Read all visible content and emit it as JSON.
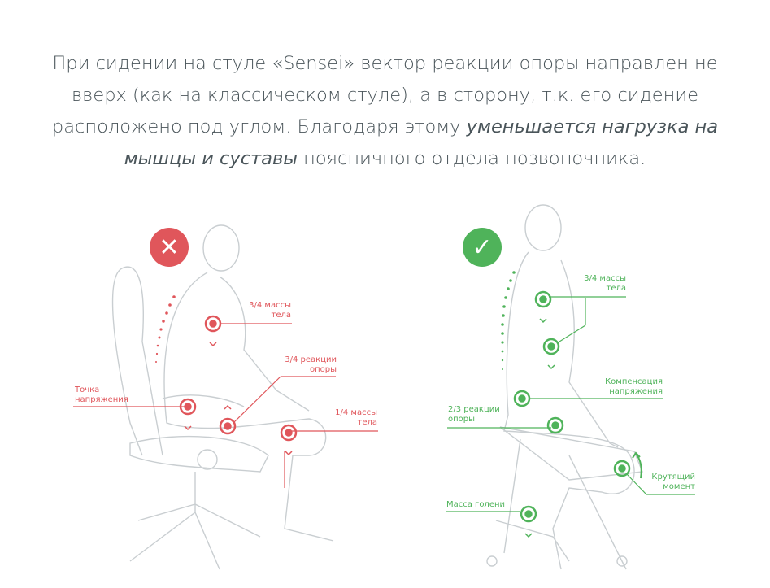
{
  "intro": {
    "part1": "При сидении на стуле «Sensei» вектор реакции опоры направлен не вверх (как на классическом стуле), а в сторону, т.к. его сидение расположено под углом. Благодаря этому ",
    "emphasis": "уменьшается нагрузка на мышцы и суставы",
    "part2": " поясничного отдела позвоночника."
  },
  "colors": {
    "bad": "#e0565b",
    "good": "#4fb35a",
    "outline": "#c9ced1"
  },
  "classic_chair": {
    "badge_icon": "cross-icon",
    "badge_glyph": "✕",
    "labels": {
      "body_mass": [
        "3/4 массы",
        "тела"
      ],
      "support_reaction": [
        "3/4 реакции",
        "опоры"
      ],
      "tension_point": [
        "Точка",
        "напряжения"
      ],
      "leg_mass": [
        "1/4 массы",
        "тела"
      ]
    }
  },
  "sensei_chair": {
    "badge_icon": "check-icon",
    "badge_glyph": "✓",
    "labels": {
      "body_mass": [
        "3/4 массы",
        "тела"
      ],
      "compensation": [
        "Компенсация",
        "напряжения"
      ],
      "support_reaction": [
        "2/3 реакции",
        "опоры"
      ],
      "torque": [
        "Крутящий",
        "момент"
      ],
      "shin_mass": [
        "Масса голени"
      ]
    }
  }
}
